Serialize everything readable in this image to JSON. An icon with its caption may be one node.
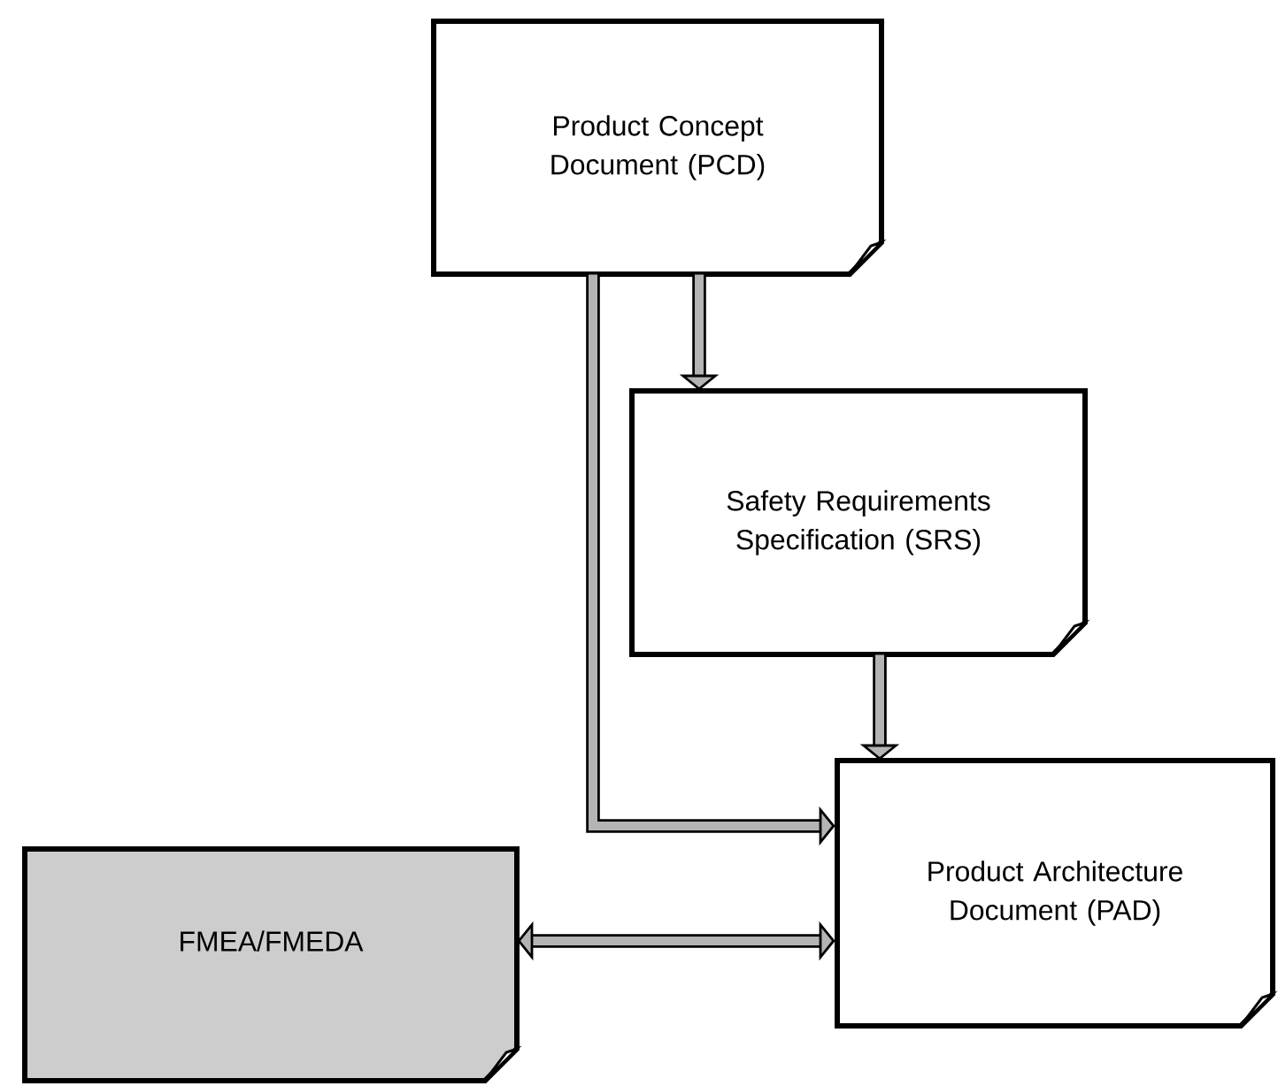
{
  "diagram": {
    "nodes": [
      {
        "text": [
          "Product Concept Document (PCD)"
        ]
      },
      {
        "text": [
          "Safety Requirements Specification (SRS)"
        ]
      },
      {
        "text": [
          "Product Architecture Document (PAD)"
        ]
      },
      {
        "text": [
          "FMEA/FMEDA"
        ]
      }
    ],
    "edges": [
      {
        "from": 0,
        "to": 1,
        "arrow": "to"
      },
      {
        "from": 0,
        "to": 2,
        "arrow": "to"
      },
      {
        "from": 1,
        "to": 2,
        "arrow": "to"
      },
      {
        "from": 3,
        "to": 2,
        "arrow": "both"
      }
    ]
  }
}
